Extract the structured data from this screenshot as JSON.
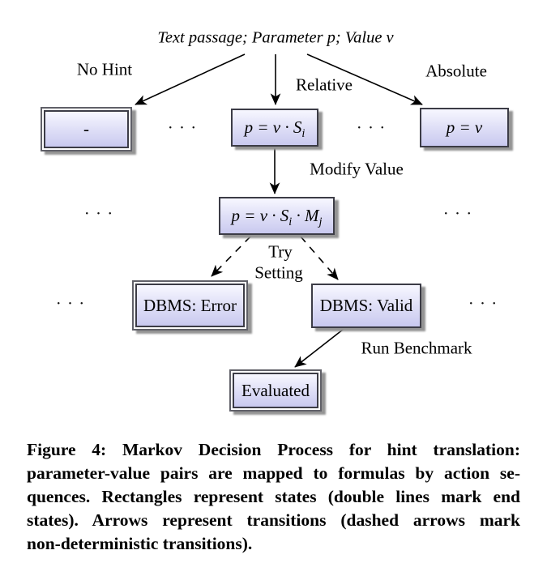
{
  "diagram": {
    "root_label": "Text passage; Parameter p; Value v",
    "edge_labels": {
      "no_hint": "No Hint",
      "relative": "Relative",
      "absolute": "Absolute",
      "modify_value": "Modify Value",
      "try_line1": "Try",
      "try_line2": "Setting",
      "run_benchmark": "Run Benchmark"
    },
    "nodes": {
      "none": {
        "label": "-"
      },
      "relative_formula": {
        "p1": "p = v · S",
        "s1": "i"
      },
      "absolute_formula": {
        "label": "p = v"
      },
      "modified_formula": {
        "p1": "p = v · S",
        "s1": "i",
        "p2": " · M",
        "s2": "j"
      },
      "dbms_error": {
        "label": "DBMS: Error"
      },
      "dbms_valid": {
        "label": "DBMS: Valid"
      },
      "evaluated": {
        "label": "Evaluated"
      }
    },
    "ellipsis": "· · ·"
  },
  "caption": {
    "lines": [
      "Figure 4: Markov Decision Process for hint translation:",
      "parameter-value pairs are mapped to formulas by action se-",
      "quences. Rectangles represent states (double lines mark end",
      "states). Arrows represent transitions (dashed arrows mark",
      "non-deterministic transitions)."
    ]
  },
  "colors": {
    "box_gradient_top": "#f7f7ff",
    "box_gradient_mid": "#ddddf6",
    "box_gradient_bottom": "#c9c9ef",
    "box_border": "#3c3c46",
    "double_border_outer": "#606068",
    "box_shadow": "#949494",
    "text": "#000000"
  }
}
